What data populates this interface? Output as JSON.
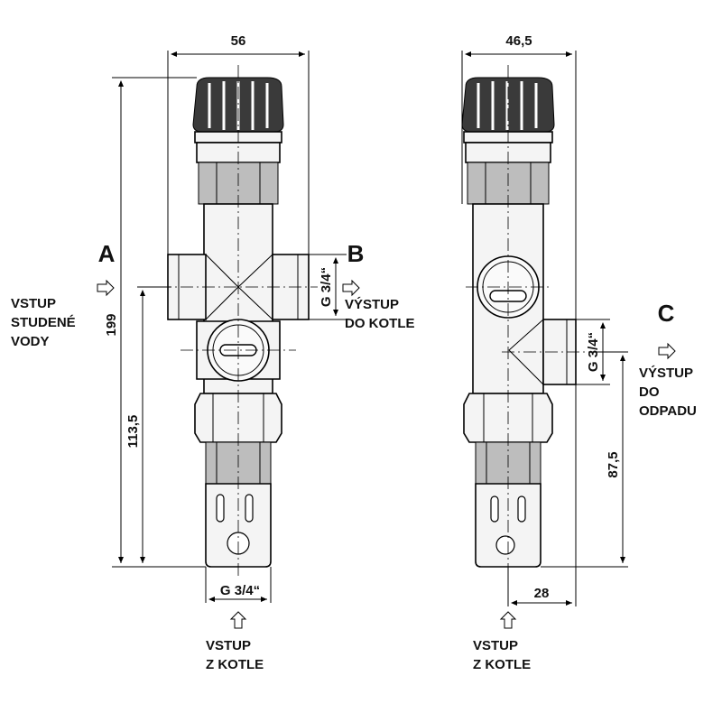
{
  "dimensions": {
    "width_front": "56",
    "width_side": "46,5",
    "height_total": "199",
    "height_inlet": "113,5",
    "height_outlet": "87,5",
    "offset_side": "28"
  },
  "thread_labels": {
    "front_bottom": "G 3/4“",
    "front_right": "G 3/4“",
    "side_right": "G 3/4“"
  },
  "port_letters": {
    "a": "A",
    "b": "B",
    "c": "C"
  },
  "port_labels": {
    "a_line1": "VSTUP",
    "a_line2": "STUDENÉ",
    "a_line3": "VODY",
    "b_line1": "VÝSTUP",
    "b_line2": "DO KOTLE",
    "c_line1": "VÝSTUP",
    "c_line2": "DO",
    "c_line3": "ODPADU",
    "bottom_front_line1": "VSTUP",
    "bottom_front_line2": "Z KOTLE",
    "bottom_side_line1": "VSTUP",
    "bottom_side_line2": "Z KOTLE"
  },
  "icons": [
    "flow-arrow-icon"
  ]
}
